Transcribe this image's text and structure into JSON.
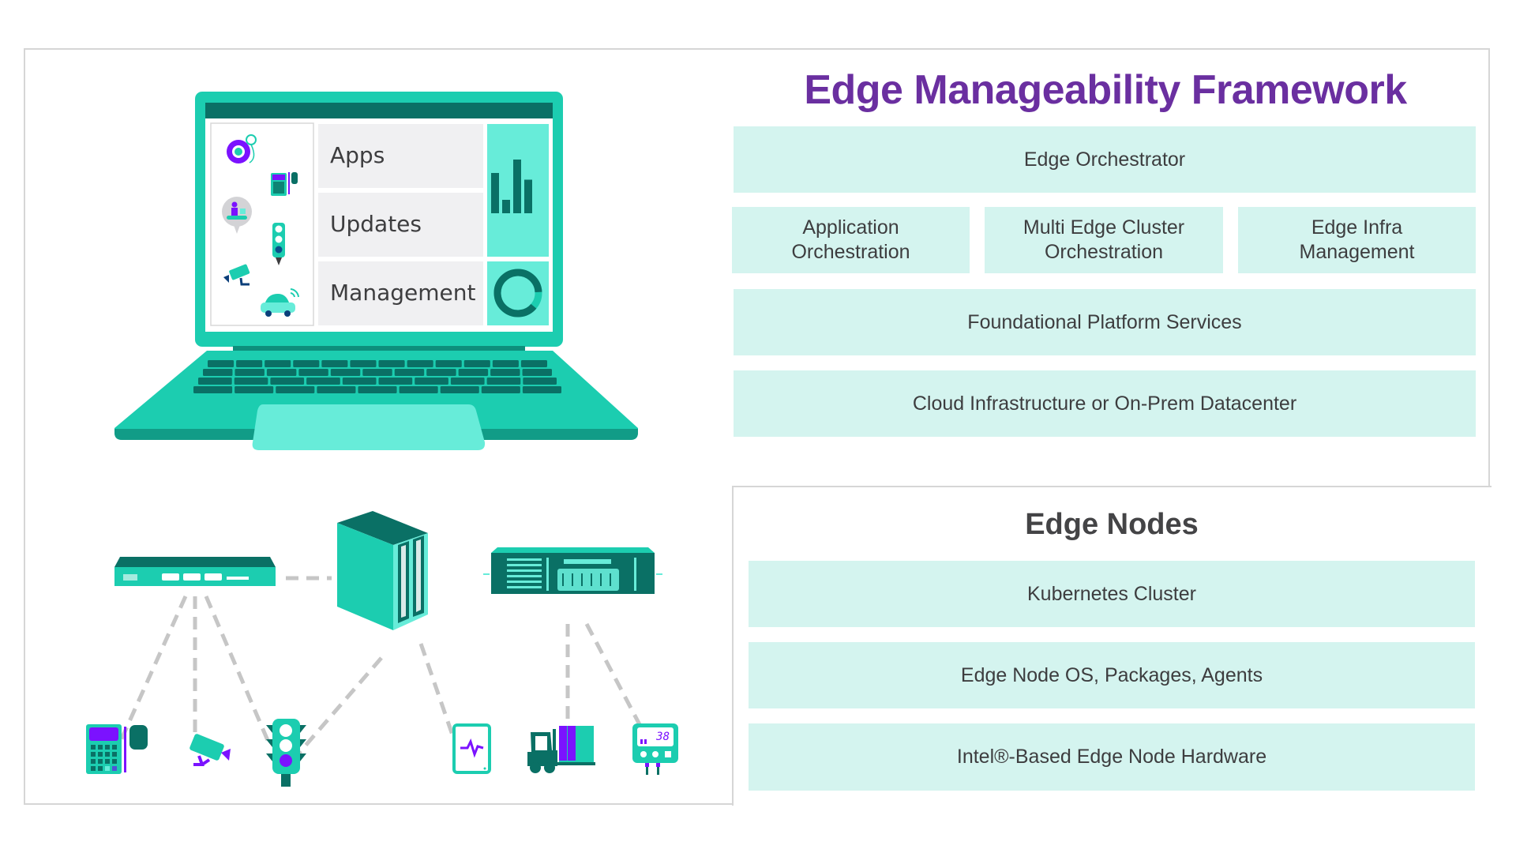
{
  "colors": {
    "title_purple": "#6a2fa0",
    "box_fill": "#d4f4ef",
    "teal": "#1ccdb0",
    "teal_dark": "#0a7065",
    "teal_light": "#67ecd9",
    "purple_accent": "#7b12ff",
    "dashed_line": "#c6c6c6"
  },
  "framework": {
    "title": "Edge Manageability Framework",
    "orchestrator": "Edge Orchestrator",
    "modules": [
      "Application Orchestration",
      "Multi Edge Cluster Orchestration",
      "Edge Infra Management"
    ],
    "foundational": "Foundational Platform Services",
    "infrastructure": "Cloud Infrastructure or On-Prem Datacenter"
  },
  "edge_nodes": {
    "title": "Edge Nodes",
    "layers": [
      "Kubernetes Cluster",
      "Edge Node OS, Packages, Agents",
      "Intel®-Based Edge Node Hardware"
    ]
  },
  "laptop": {
    "menu": [
      "Apps",
      "Updates",
      "Management"
    ],
    "side_icons": [
      "tire-pressure-icon",
      "payment-terminal-icon",
      "factory-worker-icon",
      "traffic-light-icon",
      "security-camera-icon",
      "connected-car-icon"
    ],
    "bar_chart_values": [
      3,
      1,
      4,
      2.5
    ],
    "donut_fraction": 0.88
  },
  "network": {
    "hubs": [
      "network-switch",
      "tower-server",
      "rack-server"
    ],
    "endpoints": [
      "payment-terminal",
      "security-camera",
      "traffic-light",
      "medical-tablet",
      "forklift",
      "temperature-controller"
    ],
    "controller_display": "38"
  }
}
